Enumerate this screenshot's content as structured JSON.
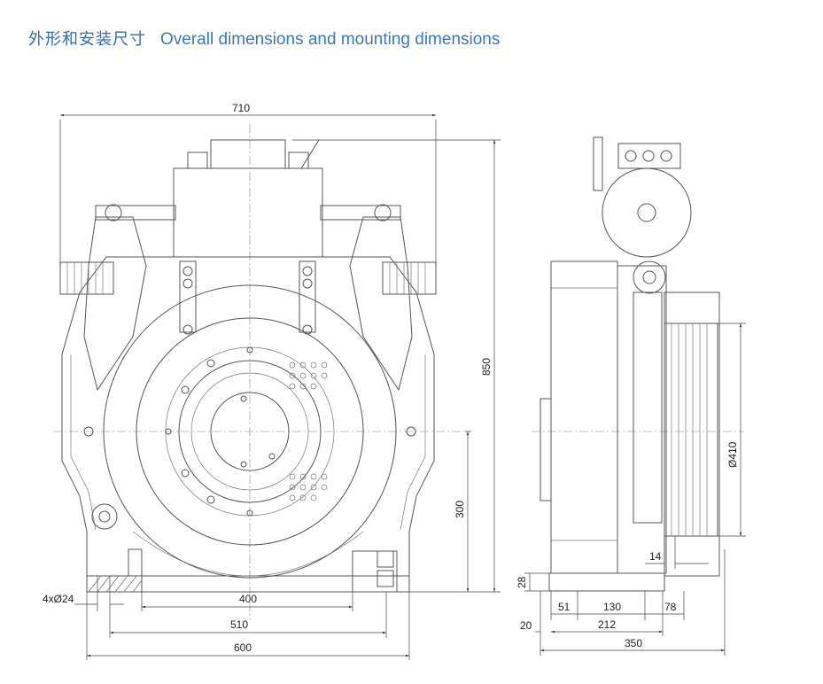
{
  "title": {
    "chinese": "外形和安装尺寸",
    "english": "Overall dimensions and mounting dimensions"
  },
  "dimensions": {
    "front": {
      "overall_width": "710",
      "overall_height": "850",
      "shaft_height": "300",
      "bolt_holes": "4xØ24",
      "inner_width": "400",
      "hole_span": "510",
      "base_width": "600"
    },
    "side": {
      "sheave_diameter": "Ø410",
      "groove_offset": "14",
      "base_height": "28",
      "d51": "51",
      "d130": "130",
      "d78": "78",
      "d20": "20",
      "d212": "212",
      "overall_depth": "350"
    }
  },
  "colors": {
    "title_blue": "#2f6cae",
    "line": "#555555"
  }
}
